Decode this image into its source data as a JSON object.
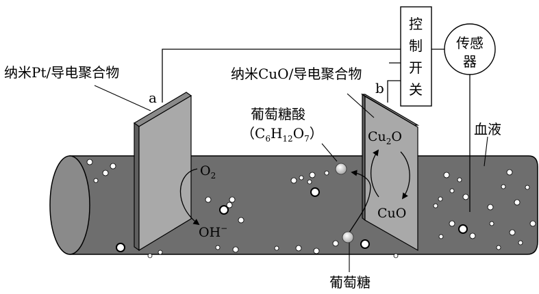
{
  "labels": {
    "left_electrode": "纳米Pt/导电聚合物",
    "right_electrode": "纳米CuO/导电聚合物",
    "terminal_a": "a",
    "terminal_b": "b",
    "switch_chars": [
      "控",
      "制",
      "开",
      "关"
    ],
    "sensor_chars": [
      "传感",
      "器"
    ],
    "blood": "血液",
    "gluconic_acid": "葡萄糖酸",
    "gluconic_formula": {
      "open": "（C",
      "c_sub": "6",
      "h": "H",
      "h_sub": "12",
      "o": "O",
      "o_sub": "7",
      "close": "）"
    },
    "glucose": "葡萄糖",
    "o2": {
      "main": "O",
      "sub": "2"
    },
    "oh": {
      "main": "OH",
      "sup": "−"
    },
    "cu2o": {
      "a": "Cu",
      "sub": "2",
      "b": "O"
    },
    "cuo": "CuO"
  },
  "colors": {
    "vessel": "#6e6e6e",
    "vessel_end": "#8a8a8a",
    "plate": "#a9a9a9",
    "plate_edge": "#5a5a5a",
    "molecule": "#cfcfcf",
    "bubble": "#ffffff"
  }
}
